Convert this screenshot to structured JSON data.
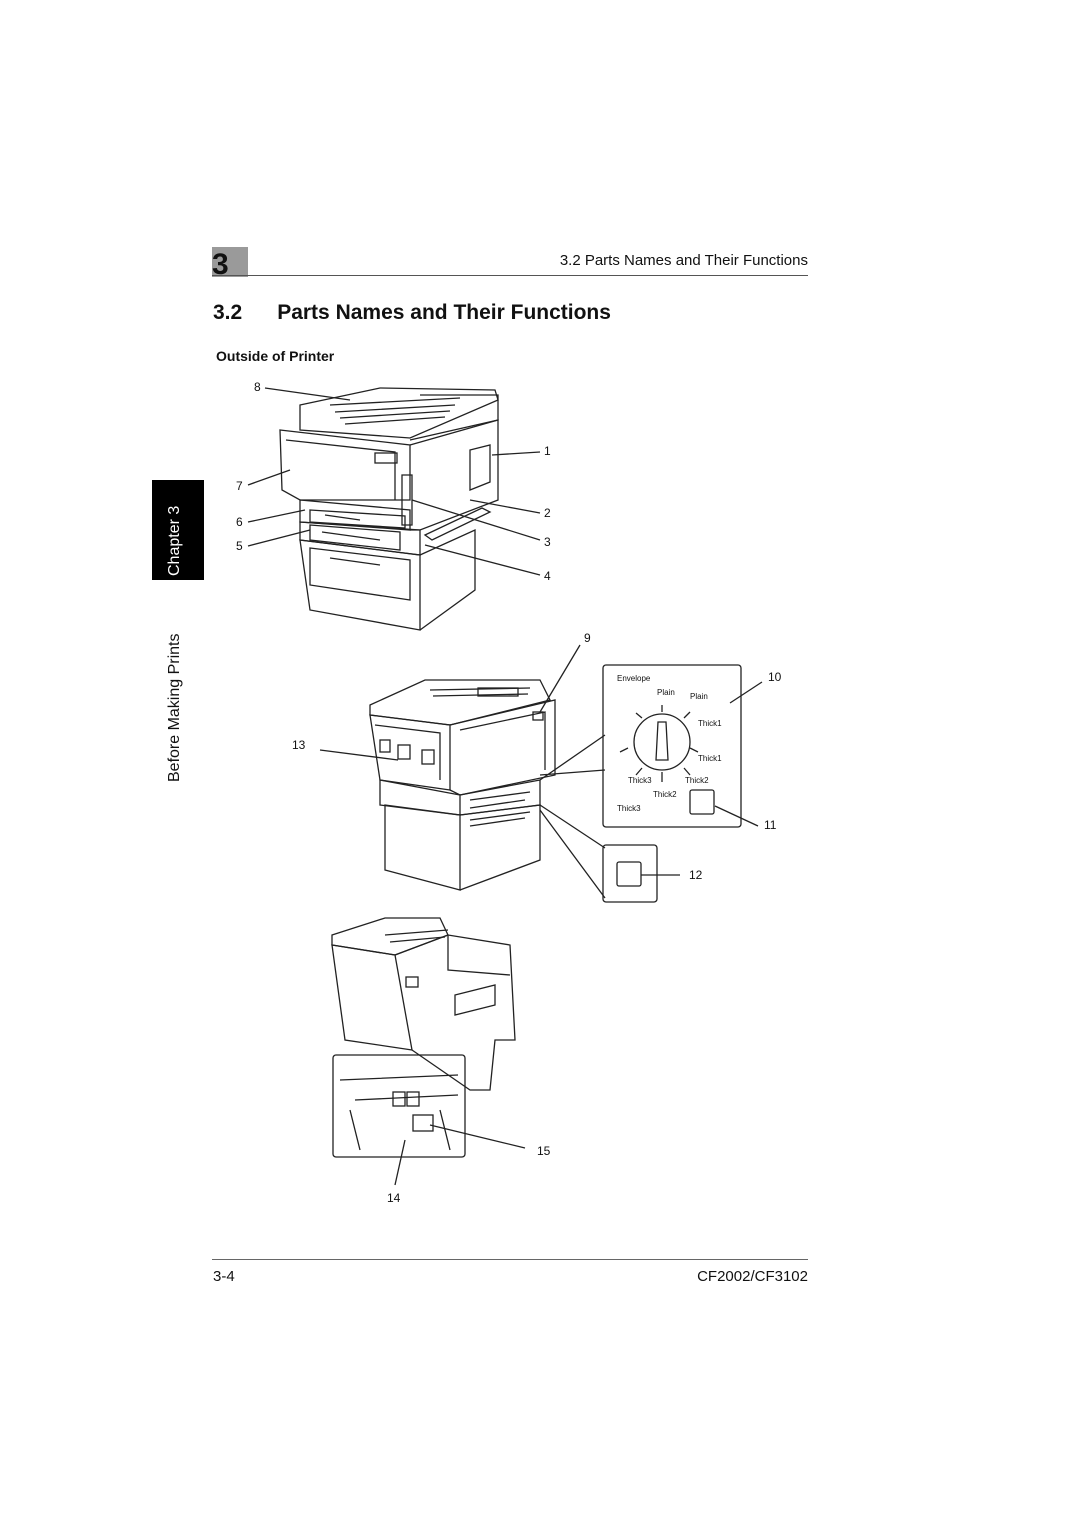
{
  "header": {
    "chapter_number": "3",
    "running_title": "3.2 Parts Names and Their Functions"
  },
  "side_tab": {
    "chapter_label": "Chapter 3",
    "section_label": "Before Making Prints"
  },
  "section": {
    "title": "3.2      Parts Names and Their Functions",
    "subheading": "Outside of Printer"
  },
  "callouts": [
    "1",
    "2",
    "3",
    "4",
    "5",
    "6",
    "7",
    "8",
    "9",
    "10",
    "11",
    "12",
    "13",
    "14",
    "15"
  ],
  "dial": {
    "labels": [
      "Envelope",
      "Plain",
      "Plain",
      "Thick1",
      "Thick1",
      "Thick2",
      "Thick3",
      "Thick2",
      "Thick3"
    ]
  },
  "footer": {
    "page_number": "3-4",
    "model": "CF2002/CF3102"
  }
}
